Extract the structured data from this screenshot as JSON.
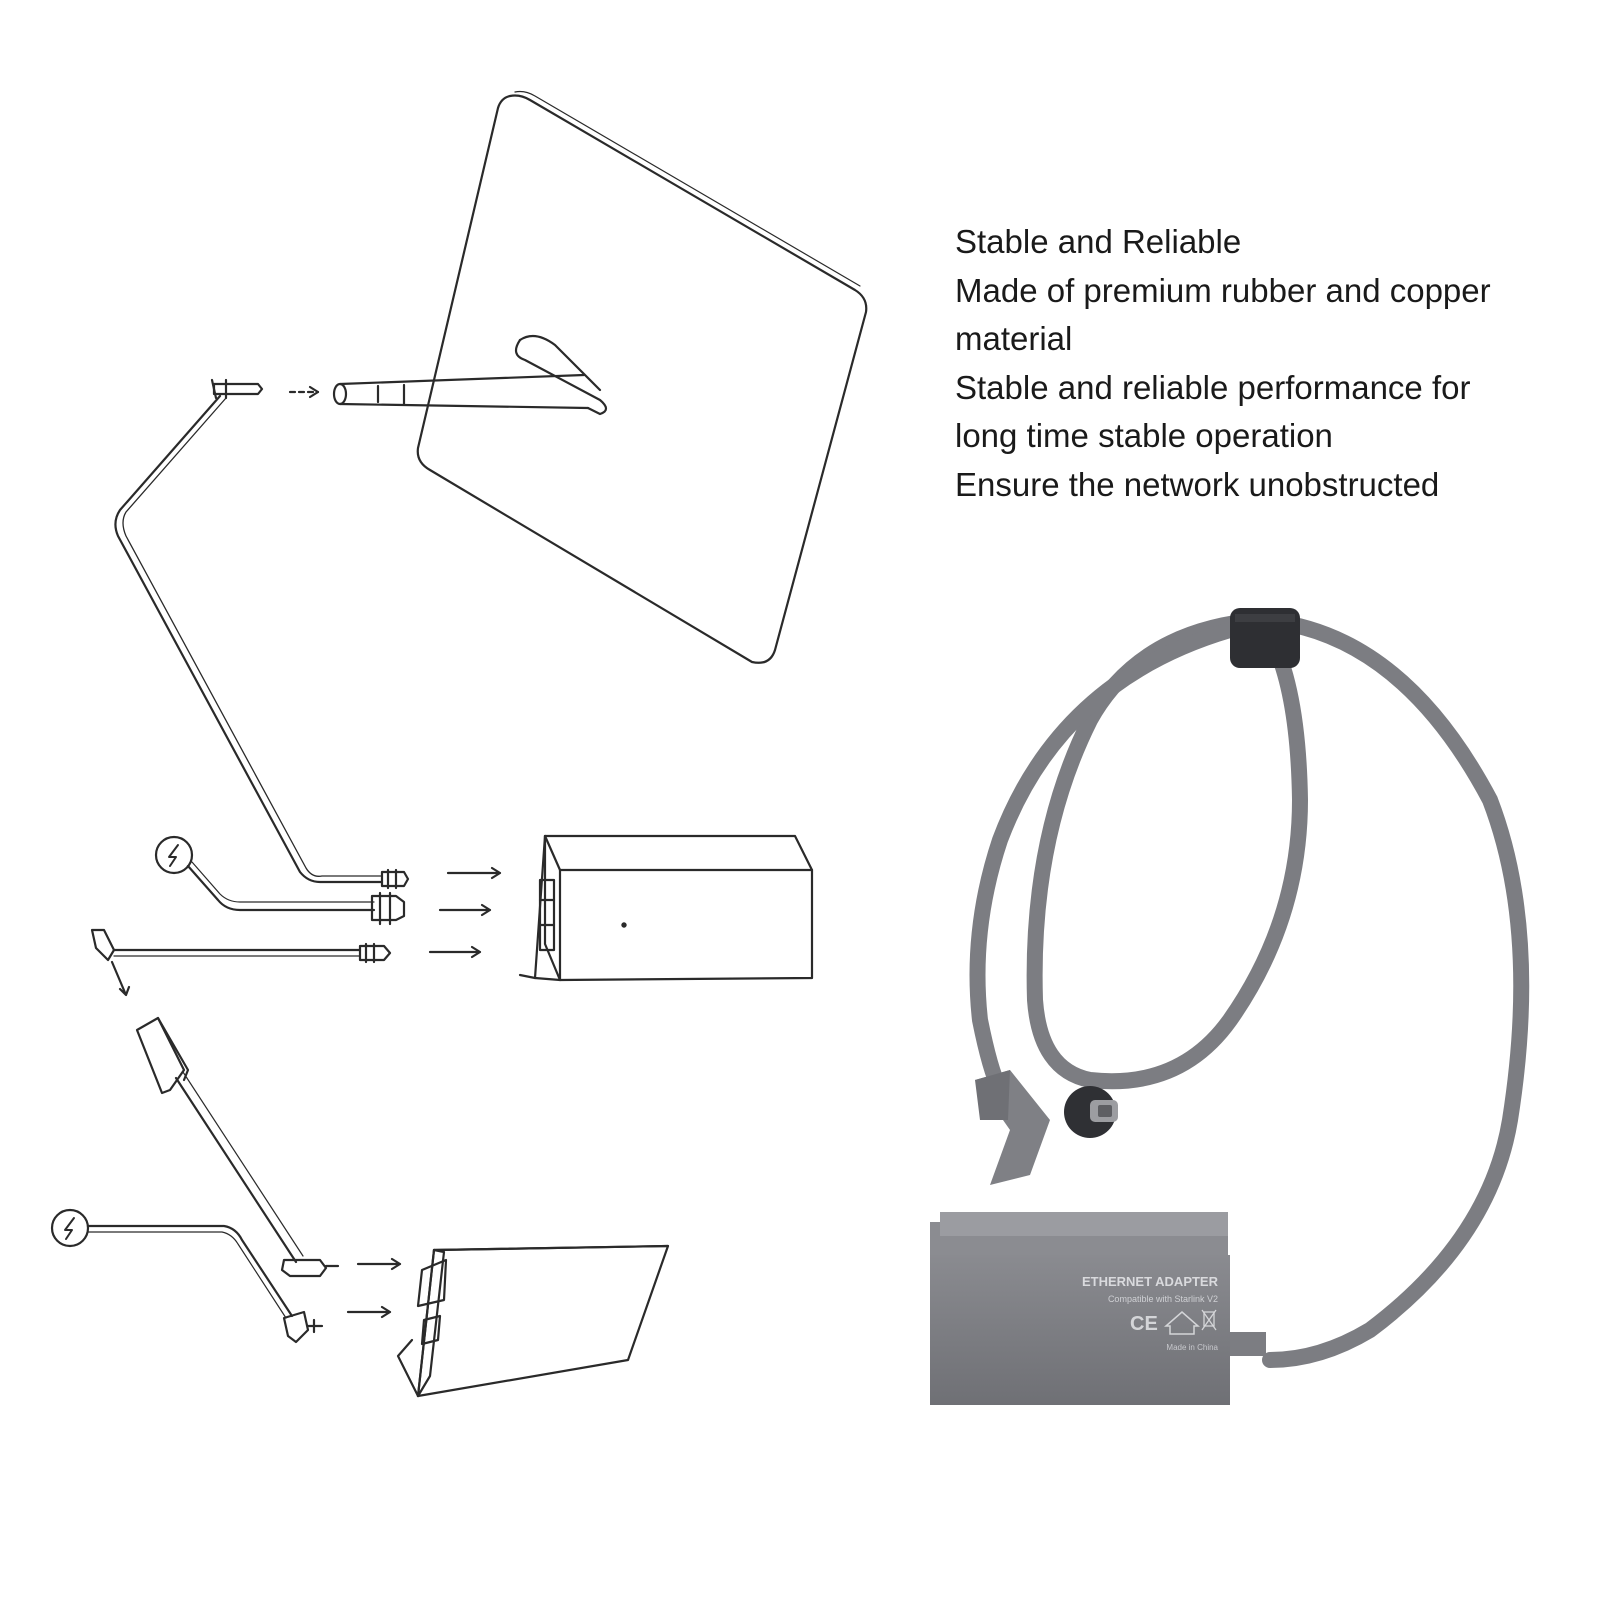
{
  "features": {
    "line1": "Stable and Reliable",
    "line2": "Made of premium rubber and copper",
    "line3": "material",
    "line4": "Stable and reliable performance for",
    "line5": "long time stable operation",
    "line6": "Ensure the network unobstructed"
  },
  "adapter": {
    "title": "ETHERNET ADAPTER",
    "subtitle": "Compatible with Starlink V2",
    "origin": "Made in China",
    "ce_mark": "CE"
  },
  "colors": {
    "cable": "#7c7d82",
    "adapter_body": "#808186",
    "line_art": "#2a2a2a"
  },
  "icons": {
    "power_symbol": "lightning-bolt-icon",
    "home_symbol": "house-icon",
    "weee_symbol": "crossed-bin-icon"
  }
}
